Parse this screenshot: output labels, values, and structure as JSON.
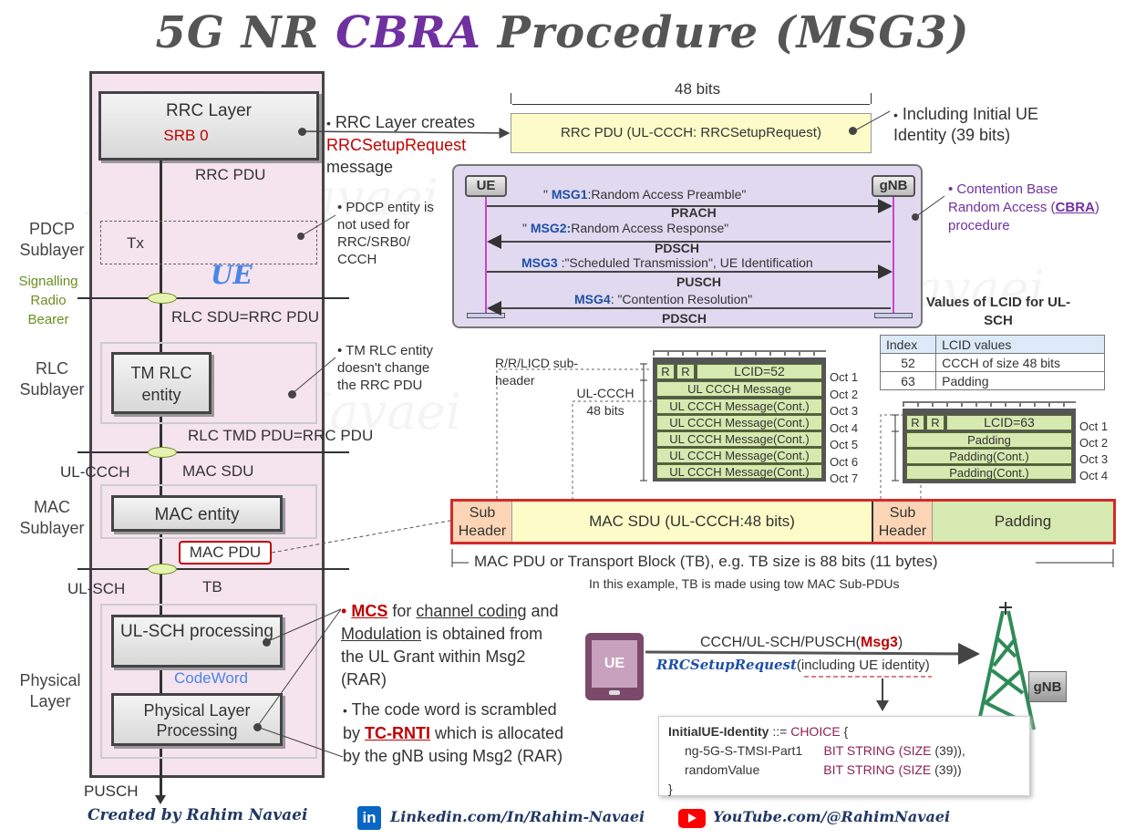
{
  "title": {
    "part1": "5G NR ",
    "highlight": "CBRA",
    "part2": " Procedure (MSG3)"
  },
  "watermark": "Rahim Navaei",
  "stack": {
    "rrc_layer": "RRC Layer",
    "srb0": "SRB 0",
    "rrc_pdu": "RRC PDU",
    "pdcp_tx": "Tx",
    "ue": "UE",
    "rlc_sdu": "RLC SDU=RRC PDU",
    "tm_rlc": "TM RLC entity",
    "rlc_tmd": "RLC TMD PDU=RRC PDU",
    "mac_sdu": "MAC SDU",
    "mac_entity": "MAC entity",
    "mac_pdu": "MAC PDU",
    "tb": "TB",
    "ulsch_proc": "UL-SCH processing",
    "codeword": "CodeWord",
    "phy_proc": "Physical Layer Processing",
    "pusch": "PUSCH"
  },
  "left_labels": {
    "pdcp": "PDCP Sublayer",
    "srb": "Signalling Radio Bearer",
    "rlc": "RLC Sublayer",
    "ul_ccch": "UL-CCCH",
    "mac": "MAC Sublayer",
    "ul_sch": "UL-SCH",
    "phy": "Physical Layer"
  },
  "notes": {
    "rrc_creates_1": "RRC Layer creates",
    "rrc_creates_2": "RRCSetupRequest",
    "rrc_creates_3": "message",
    "pdcp_note": "PDCP entity is not used for RRC/SRB0/ CCCH",
    "tm_note": "TM RLC entity doesn't change the RRC PDU",
    "initial_ue": "Including Initial UE Identity (39 bits)",
    "cbra_1": "Contention Base Random Access",
    "cbra_link": "CBRA",
    "cbra_2": "procedure",
    "mcs_1": "MCS",
    "mcs_2": "for",
    "mcs_3": "channel coding",
    "mcs_4": "and",
    "mcs_5": "Modulation",
    "mcs_6": "is obtained from the UL Grant within Msg2 (RAR)",
    "cw_1": "The code word is scrambled by",
    "cw_2": "TC-RNTI",
    "cw_3": "which is allocated by the gNB using Msg2 (RAR)"
  },
  "rrc_pdu_box": {
    "bits": "48 bits",
    "label": "RRC PDU (UL-CCCH: RRCSetupRequest)"
  },
  "sequence": {
    "ue": "UE",
    "gnb": "gNB",
    "messages": [
      {
        "pre": "\" ",
        "name": "MSG1",
        "text": ":Random Access Preamble\"",
        "channel": "PRACH"
      },
      {
        "pre": "\" ",
        "name": "MSG2:",
        "text": "Random Access Response\"",
        "channel": "PDSCH"
      },
      {
        "pre": "",
        "name": "MSG3",
        "text": " :\"Scheduled Transmission\", UE Identification",
        "channel": "PUSCH"
      },
      {
        "pre": "",
        "name": "MSG4",
        "text": ": \"Contention Resolution\"",
        "channel": "PDSCH"
      }
    ]
  },
  "lcid": {
    "title": "Values of LCID for UL-SCH",
    "headers": [
      "Index",
      "LCID values"
    ],
    "rows": [
      [
        "52",
        "CCCH of size 48 bits"
      ],
      [
        "63",
        "Padding"
      ]
    ]
  },
  "subpdu1": {
    "rrl": "R/R/LICD sub-header",
    "ulccch": "UL-CCCH 48 bits",
    "r1": "R",
    "r2": "R",
    "lcid": "LCID=52",
    "rows": [
      "UL CCCH Message",
      "UL CCCH Message(Cont.)",
      "UL CCCH Message(Cont.)",
      "UL CCCH Message(Cont.)",
      "UL CCCH Message(Cont.)",
      "UL CCCH Message(Cont.)"
    ],
    "octs": [
      "Oct 1",
      "Oct 2",
      "Oct 3",
      "Oct 4",
      "Oct 5",
      "Oct 6",
      "Oct 7"
    ]
  },
  "subpdu2": {
    "r1": "R",
    "r2": "R",
    "lcid": "LCID=63",
    "rows": [
      "Padding",
      "Padding(Cont.)",
      "Padding(Cont.)"
    ],
    "octs": [
      "Oct 1",
      "Oct 2",
      "Oct 3",
      "Oct 4"
    ]
  },
  "mac_pdu_bar": {
    "sub1": "Sub Header",
    "sdu": "MAC SDU (UL-CCCH:48 bits)",
    "sub2": "Sub Header",
    "padding": "Padding",
    "tb_label": "MAC PDU or Transport Block (TB), e.g. TB size is 88 bits (11 bytes)",
    "tb_note": "In this example, TB is made using tow MAC Sub-PDUs"
  },
  "tx": {
    "ue": "UE",
    "line1_pre": "CCCH/UL-SCH/PUSCH(",
    "line1_msg": "Msg3",
    "line1_post": ")",
    "line2_a": "RRCSetupRequest",
    "line2_b": "(including UE identity)",
    "gnb": "gNB"
  },
  "asn": {
    "l1_a": "InitialUE-Identity",
    "l1_b": "::=",
    "l1_c": "CHOICE",
    "l1_d": "{",
    "l2_a": "ng-5G-S-TMSI-Part1",
    "l2_b": "BIT STRING",
    "l2_c": "(SIZE",
    "l2_d": "(39)),",
    "l3_a": "randomValue",
    "l3_b": "BIT STRING",
    "l3_c": "(SIZE",
    "l3_d": "(39))",
    "l4": "}"
  },
  "footer": {
    "created": "Created by Rahim Navaei",
    "linkedin": "Linkedin.com/In/Rahim-Navaei",
    "youtube": "YouTube.com/@RahimNavaei"
  }
}
